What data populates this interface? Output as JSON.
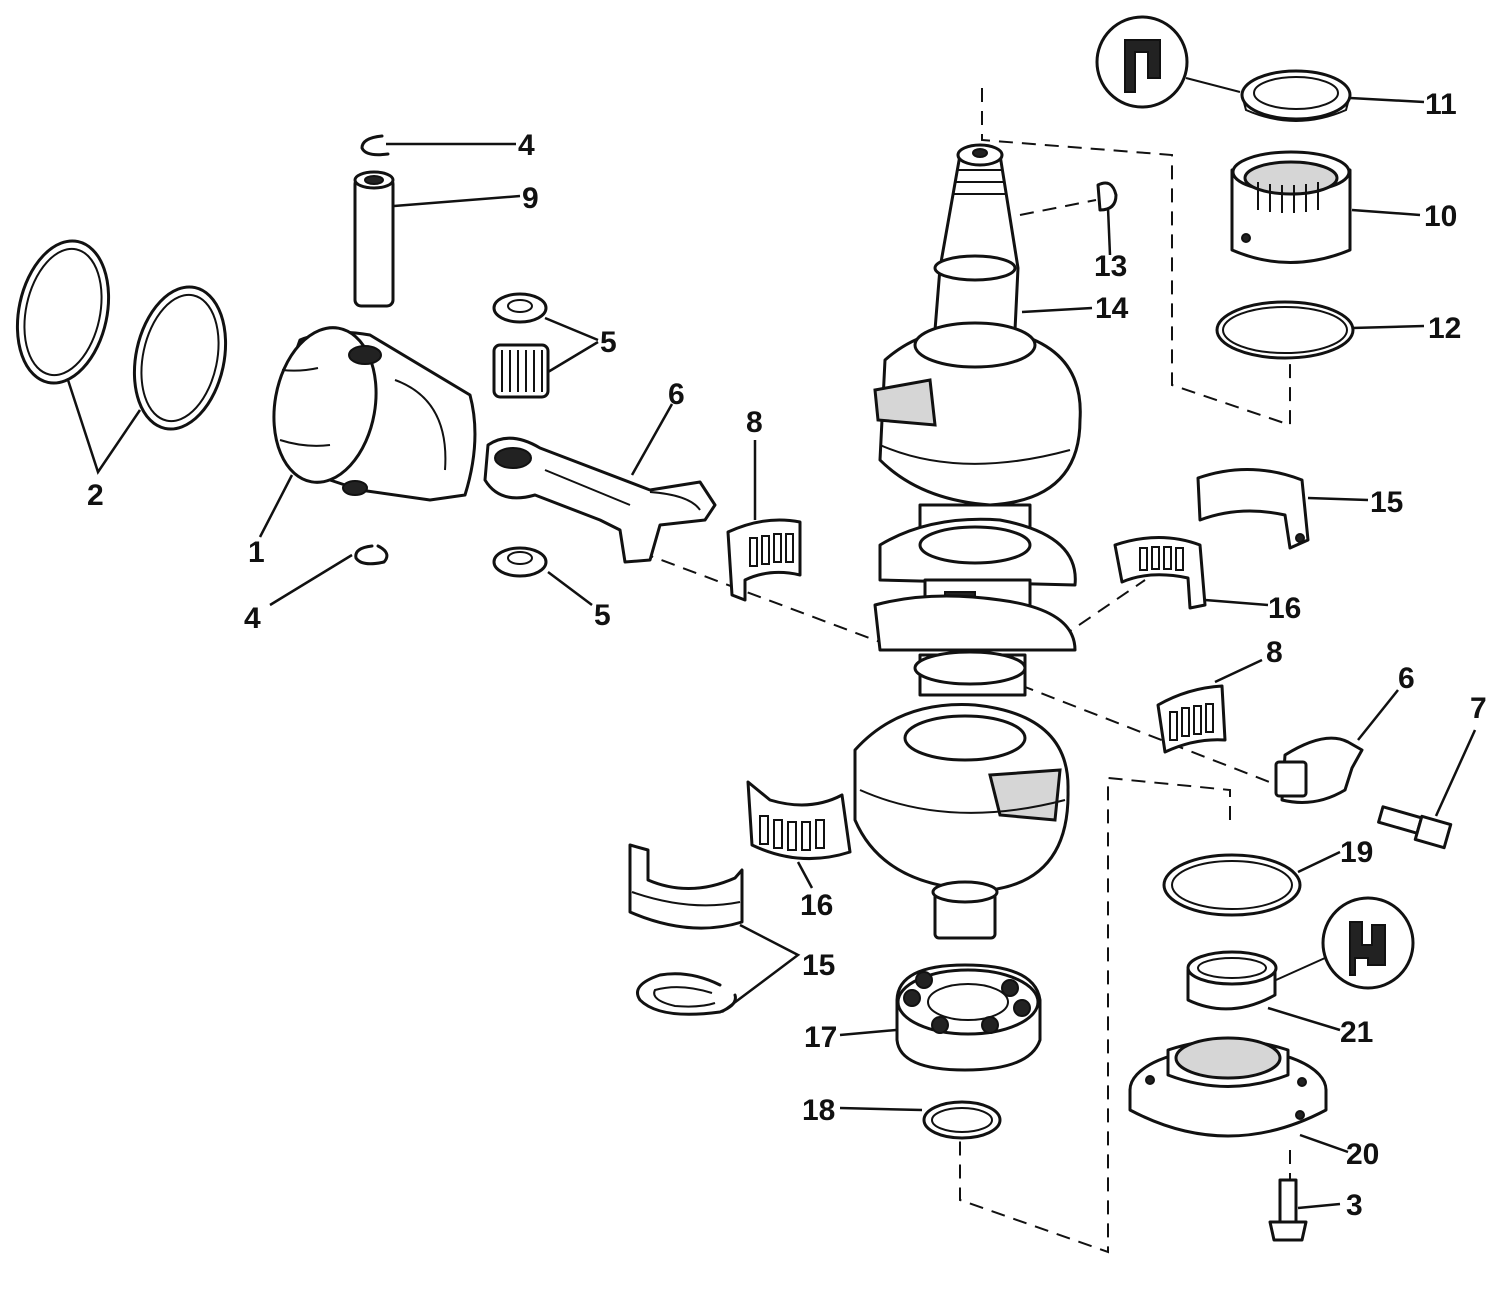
{
  "callouts": {
    "c1": "1",
    "c2": "2",
    "c3": "3",
    "c4a": "4",
    "c4b": "4",
    "c5a": "5",
    "c5b": "5",
    "c6a": "6",
    "c6b": "6",
    "c7": "7",
    "c8a": "8",
    "c8b": "8",
    "c9": "9",
    "c10": "10",
    "c11": "11",
    "c12": "12",
    "c13": "13",
    "c14": "14",
    "c15a": "15",
    "c15b": "15",
    "c16a": "16",
    "c16b": "16",
    "c17": "17",
    "c18": "18",
    "c19": "19",
    "c20": "20",
    "c21": "21"
  },
  "colors": {
    "ink": "#111111",
    "background": "#ffffff",
    "shade": "#d6d6d6"
  }
}
